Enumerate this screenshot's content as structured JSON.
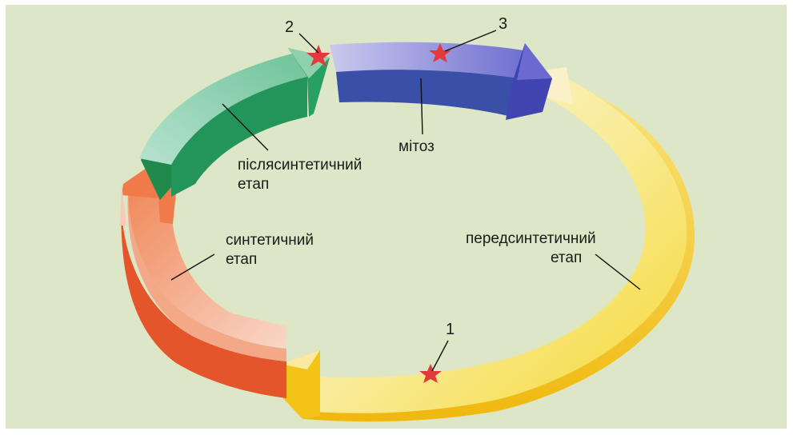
{
  "labels": {
    "mitosis": "мітоз",
    "postsynthetic_line1": "післясинтетичний",
    "postsynthetic_line2": "етап",
    "synthetic_line1": "синтетичний",
    "synthetic_line2": "етап",
    "presynthetic_line1": "передсинтетичний",
    "presynthetic_line2": "етап"
  },
  "checkpoints": [
    "1",
    "2",
    "3"
  ],
  "colors": {
    "background": "#dde7c7",
    "mitosis": "#3a4fa8",
    "postsynthetic": "#1f8a4c",
    "synthetic": "#e8663a",
    "presynthetic": "#f5c81f",
    "star": "#e23a3a"
  }
}
